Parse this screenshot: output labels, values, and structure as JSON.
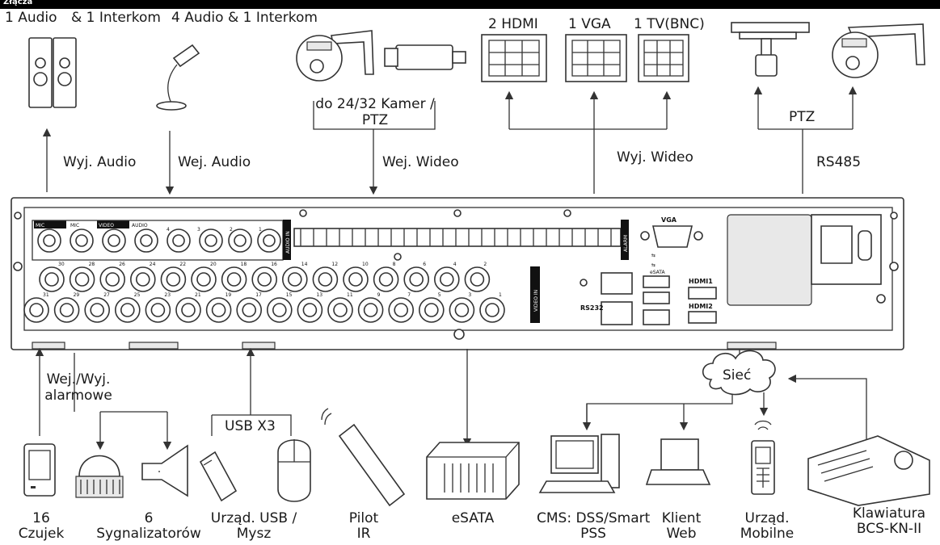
{
  "header": {
    "cut_text": "Złącza"
  },
  "top_labels": {
    "audio1": "1 Audio",
    "interkom1": "& 1 Interkom",
    "audio4": "4 Audio & 1 Interkom",
    "cameras": "do 24/32 Kamer /",
    "cameras2": "PTZ",
    "hdmi": "2  HDMI",
    "vga": "1 VGA",
    "tv": "1 TV(BNC)",
    "ptz": "PTZ"
  },
  "flow_labels": {
    "audio_out": "Wyj. Audio",
    "audio_in": "Wej. Audio",
    "video_in": "Wej. Wideo",
    "video_out": "Wyj. Wideo",
    "rs485": "RS485",
    "alarm_io_1": "Wej./Wyj.",
    "alarm_io_2": "alarmowe",
    "usb": "USB X3",
    "network": "Sieć"
  },
  "panel_labels": {
    "vga": "VGA",
    "rs232": "RS232",
    "esata": "eSATA",
    "hdmi1": "HDMI1",
    "hdmi2": "HDMI2",
    "alarm": "ALARM",
    "video_in": "VIDEO IN",
    "audio_in": "AUDIO IN",
    "bnc_top": [
      "30",
      "28",
      "26",
      "24",
      "22",
      "20",
      "18",
      "16",
      "14",
      "12",
      "10",
      "8",
      "6",
      "4",
      "2"
    ],
    "bnc_bottom": [
      "31",
      "29",
      "27",
      "25",
      "23",
      "21",
      "19",
      "17",
      "15",
      "13",
      "11",
      "9",
      "7",
      "5",
      "3",
      "1"
    ],
    "audio_nums": [
      "4",
      "3",
      "2",
      "1"
    ]
  },
  "bottom_labels": {
    "sensors_1": "16",
    "sensors_2": "Czujek",
    "sirens_1": "6",
    "sirens_2": "Sygnalizatorów",
    "usb_1": "Urząd. USB /",
    "usb_2": "Mysz",
    "remote_1": "Pilot",
    "remote_2": "IR",
    "esata": "eSATA",
    "cms_1": "CMS: DSS/Smart",
    "cms_2": "PSS",
    "web_1": "Klient",
    "web_2": "Web",
    "mobile_1": "Urząd.",
    "mobile_2": "Mobilne",
    "keyboard_1": "Klawiatura",
    "keyboard_2": "BCS-KN-II"
  }
}
